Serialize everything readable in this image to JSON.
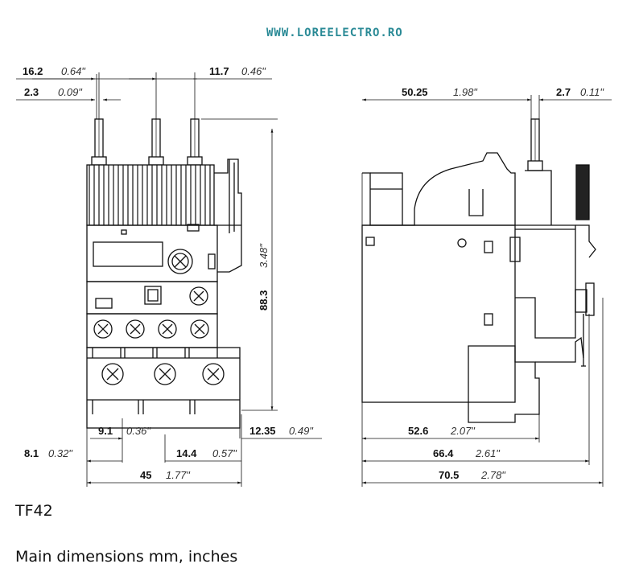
{
  "watermark": "WWW.LOREELECTRO.RO",
  "model": "TF42",
  "caption": "Main dimensions mm, inches",
  "front_view": {
    "dim_top_left": {
      "mm": "16.2",
      "in": "0.64\""
    },
    "dim_pin": {
      "mm": "2.3",
      "in": "0.09\""
    },
    "dim_top_right": {
      "mm": "11.7",
      "in": "0.46\""
    },
    "dim_height": {
      "mm": "88.3",
      "in": "3.48\""
    },
    "dim_bottom_a": {
      "mm": "9.1",
      "in": "0.36\""
    },
    "dim_bottom_right": {
      "mm": "12.35",
      "in": "0.49\""
    },
    "dim_bottom_left": {
      "mm": "8.1",
      "in": "0.32\""
    },
    "dim_bottom_b": {
      "mm": "14.4",
      "in": "0.57\""
    },
    "dim_width": {
      "mm": "45",
      "in": "1.77\""
    }
  },
  "side_view": {
    "dim_top": {
      "mm": "50.25",
      "in": "1.98\""
    },
    "dim_top_small": {
      "mm": "2.7",
      "in": "0.11\""
    },
    "dim_depth_a": {
      "mm": "52.6",
      "in": "2.07\""
    },
    "dim_depth_b": {
      "mm": "66.4",
      "in": "2.61\""
    },
    "dim_depth_c": {
      "mm": "70.5",
      "in": "2.78\""
    }
  }
}
